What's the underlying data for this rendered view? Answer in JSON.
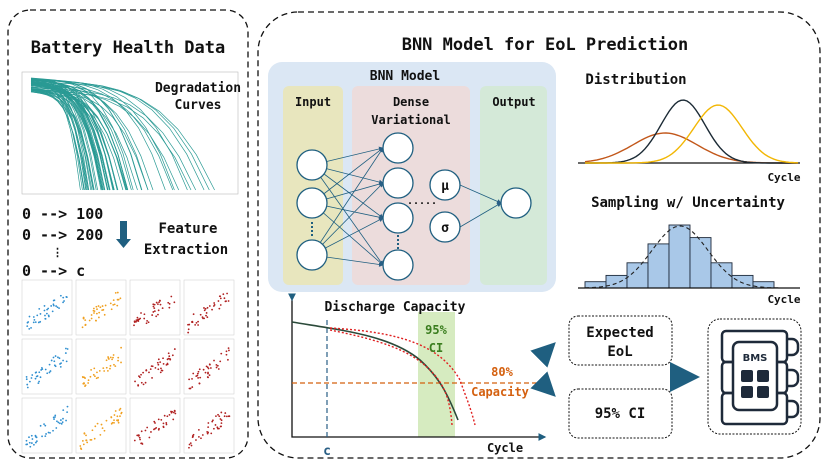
{
  "left_panel": {
    "title": "Battery Health Data",
    "plot_label_line1": "Degradation",
    "plot_label_line2": "Curves",
    "windows": [
      "0 --> 100",
      "0 --> 200",
      "⋮",
      "0 --> c"
    ],
    "feature_line1": "Feature",
    "feature_line2": "Extraction"
  },
  "right_panel": {
    "title": "BNN Model for EoL Prediction",
    "bnn": {
      "title": "BNN Model",
      "input_label": "Input",
      "dense_label_line1": "Dense",
      "dense_label_line2": "Variational",
      "output_label": "Output",
      "mu": "μ",
      "sigma": "σ",
      "dots": "....."
    },
    "distribution": {
      "title": "Distribution",
      "xlabel": "Cycle"
    },
    "sampling": {
      "title": "Sampling w/ Uncertainty",
      "xlabel": "Cycle",
      "bins": [
        1,
        2,
        4,
        7,
        10,
        8,
        4,
        2,
        1
      ]
    },
    "capacity_plot": {
      "title": "Discharge Capacity",
      "ci_line1": "95%",
      "ci_line2": "CI",
      "threshold_line1": "80%",
      "threshold_line2": "Capacity",
      "c_label": "c",
      "xlabel": "Cycle"
    },
    "outputs": {
      "expected_line1": "Expected",
      "expected_line2": "EoL",
      "ci": "95% CI"
    },
    "bms_label": "BMS"
  },
  "colors": {
    "teal": "#2a9a94",
    "arrow": "#1f5f80",
    "green": "#3a7d1e",
    "orange": "#d4600f",
    "navy": "#1e2a3a"
  }
}
